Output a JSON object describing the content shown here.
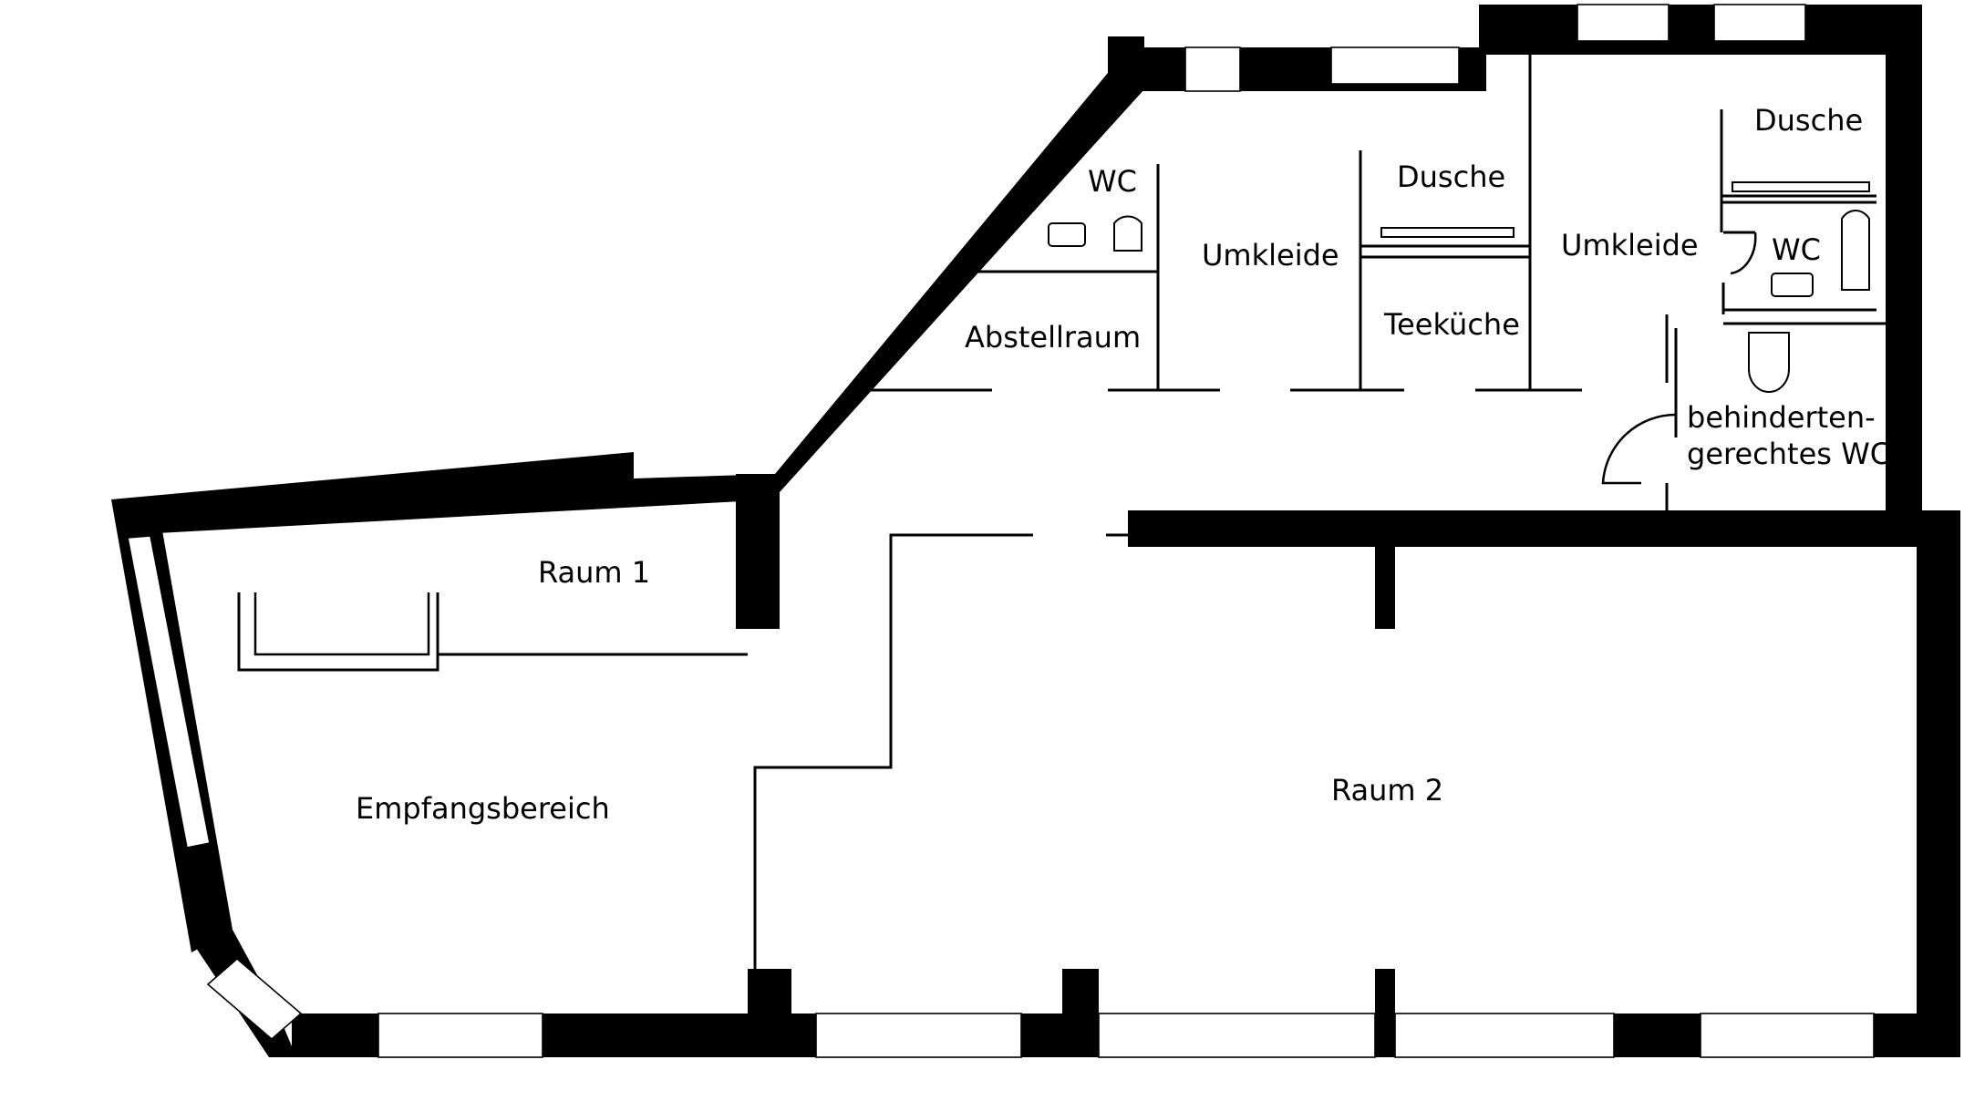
{
  "rooms": {
    "raum1": "Raum 1",
    "raum2": "Raum 2",
    "empfangsbereich": "Empfangsbereich",
    "abstellraum": "Abstellraum",
    "wc_left": "WC",
    "umkleide_left": "Umkleide",
    "dusche_mid": "Dusche",
    "teekueche": "Teeküche",
    "umkleide_right": "Umkleide",
    "dusche_right": "Dusche",
    "wc_right": "WC",
    "behinderten_line1": "behinderten-",
    "behinderten_line2": "gerechtes WC"
  }
}
